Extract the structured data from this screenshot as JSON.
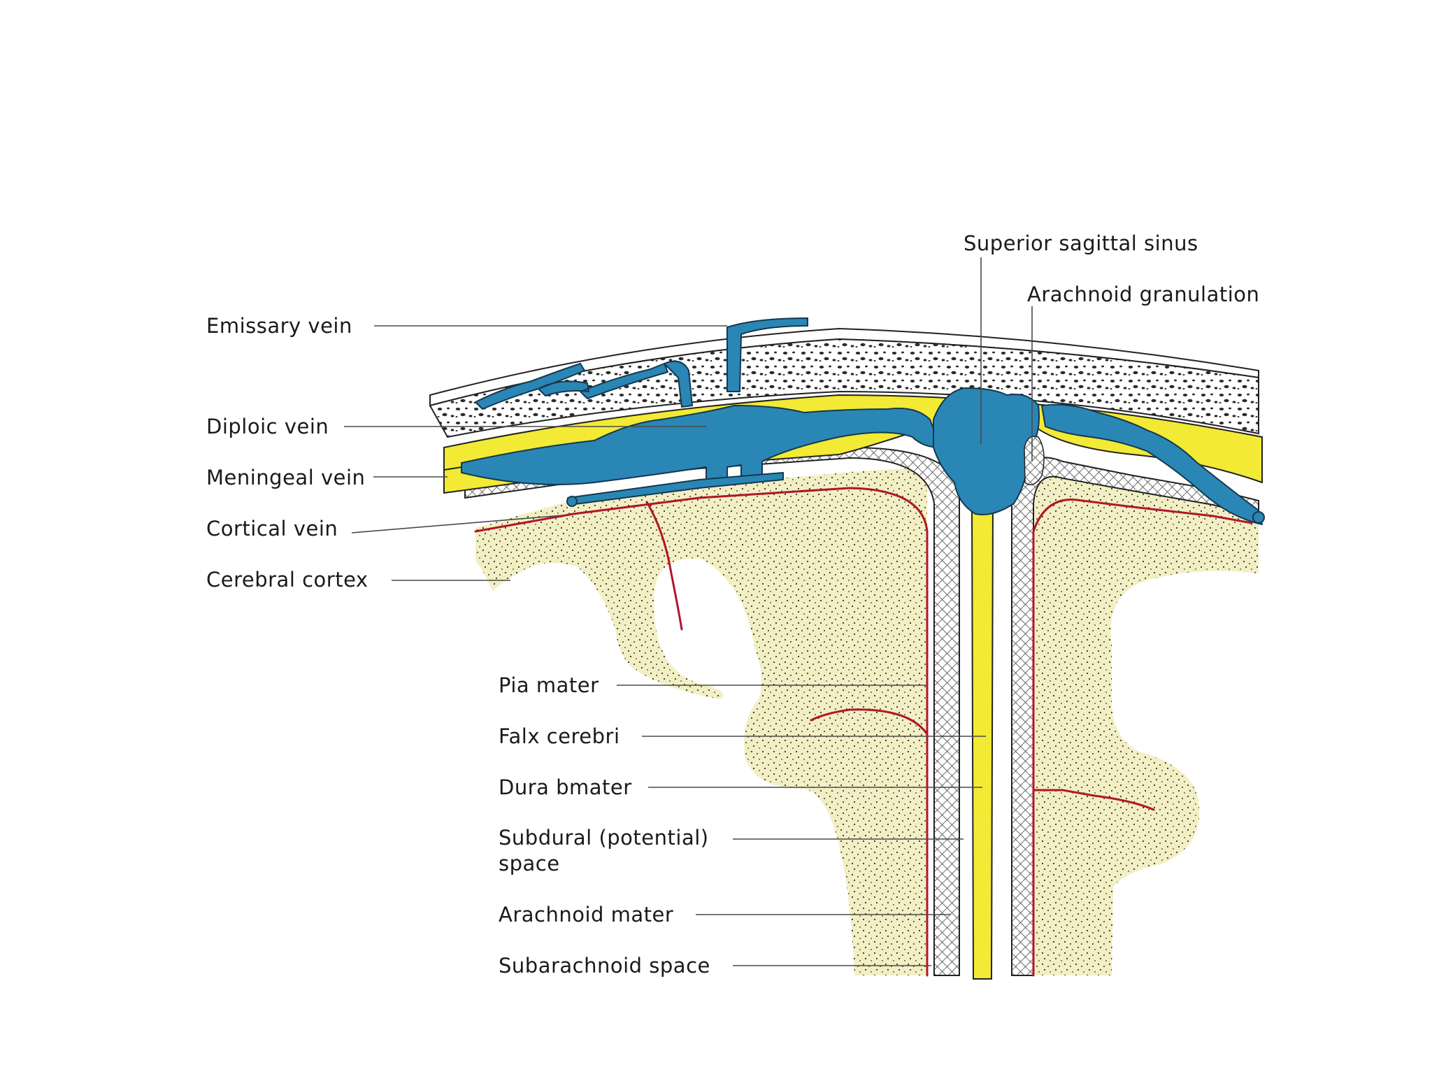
{
  "diagram": {
    "labels": {
      "superior_sagittal_sinus": "Superior sagittal sinus",
      "arachnoid_granulation": "Arachnoid granulation",
      "emissary_vein": "Emissary vein",
      "diploic_vein": "Diploic vein",
      "meningeal_vein": "Meningeal vein",
      "cortical_vein": "Cortical vein",
      "cerebral_cortex": "Cerebral cortex",
      "pia_mater": "Pia mater",
      "falx_cerebri": "Falx cerebri",
      "dura_mater": "Dura bmater",
      "subdural_space_line1": "Subdural (potential)",
      "subdural_space_line2": "space",
      "arachnoid_mater": "Arachnoid mater",
      "subarachnoid_space": "Subarachnoid space"
    },
    "colors": {
      "vein_blue": "#2a86b5",
      "dura_yellow": "#f2ea34",
      "cortex_fill": "#f3efc4",
      "artery_red": "#b0162a",
      "bone_dots": "#2b2b2b",
      "leader_line": "#4a4a4a"
    }
  }
}
